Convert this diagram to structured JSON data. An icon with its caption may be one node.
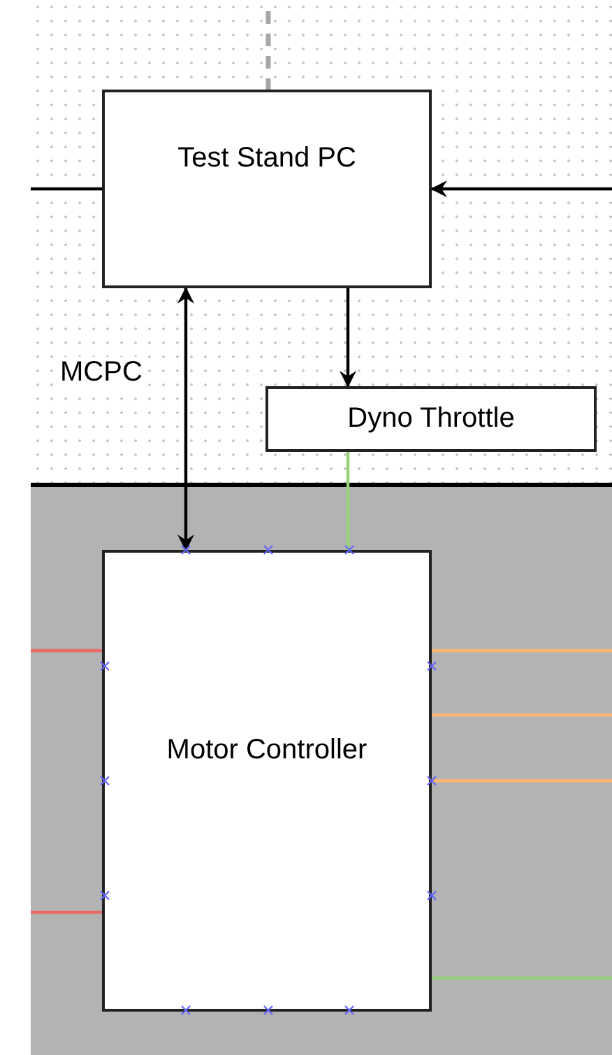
{
  "diagram": {
    "nodes": [
      {
        "text": [
          "Test Stand PC"
        ]
      },
      {
        "text": [
          "Dyno Throttle"
        ]
      },
      {
        "text": [
          "Motor Controller"
        ]
      }
    ],
    "edges": [
      {
        "from": 2,
        "to": 0,
        "arrow": "both",
        "label": "MCPC"
      },
      {
        "from": 0,
        "to": 1,
        "arrow": "to"
      },
      {
        "from": 1,
        "to": 2,
        "arrow": "none",
        "color": "#97d077"
      },
      {
        "from": null,
        "to": 0,
        "arrow": "to"
      },
      {
        "from": 0,
        "to": null,
        "arrow": "none"
      },
      {
        "from": null,
        "to": 0,
        "arrow": "none",
        "style": "dashed",
        "color": "#a6a6a6"
      },
      {
        "from": null,
        "to": 2,
        "arrow": "none",
        "color": "#ea6b66"
      },
      {
        "from": null,
        "to": 2,
        "arrow": "none",
        "color": "#ea6b66"
      },
      {
        "from": 2,
        "to": null,
        "arrow": "none",
        "color": "#ffb570"
      },
      {
        "from": 2,
        "to": null,
        "arrow": "none",
        "color": "#ffb570"
      },
      {
        "from": 2,
        "to": null,
        "arrow": "none",
        "color": "#ffb570"
      },
      {
        "from": 2,
        "to": null,
        "arrow": "none",
        "color": "#97d077"
      }
    ]
  }
}
